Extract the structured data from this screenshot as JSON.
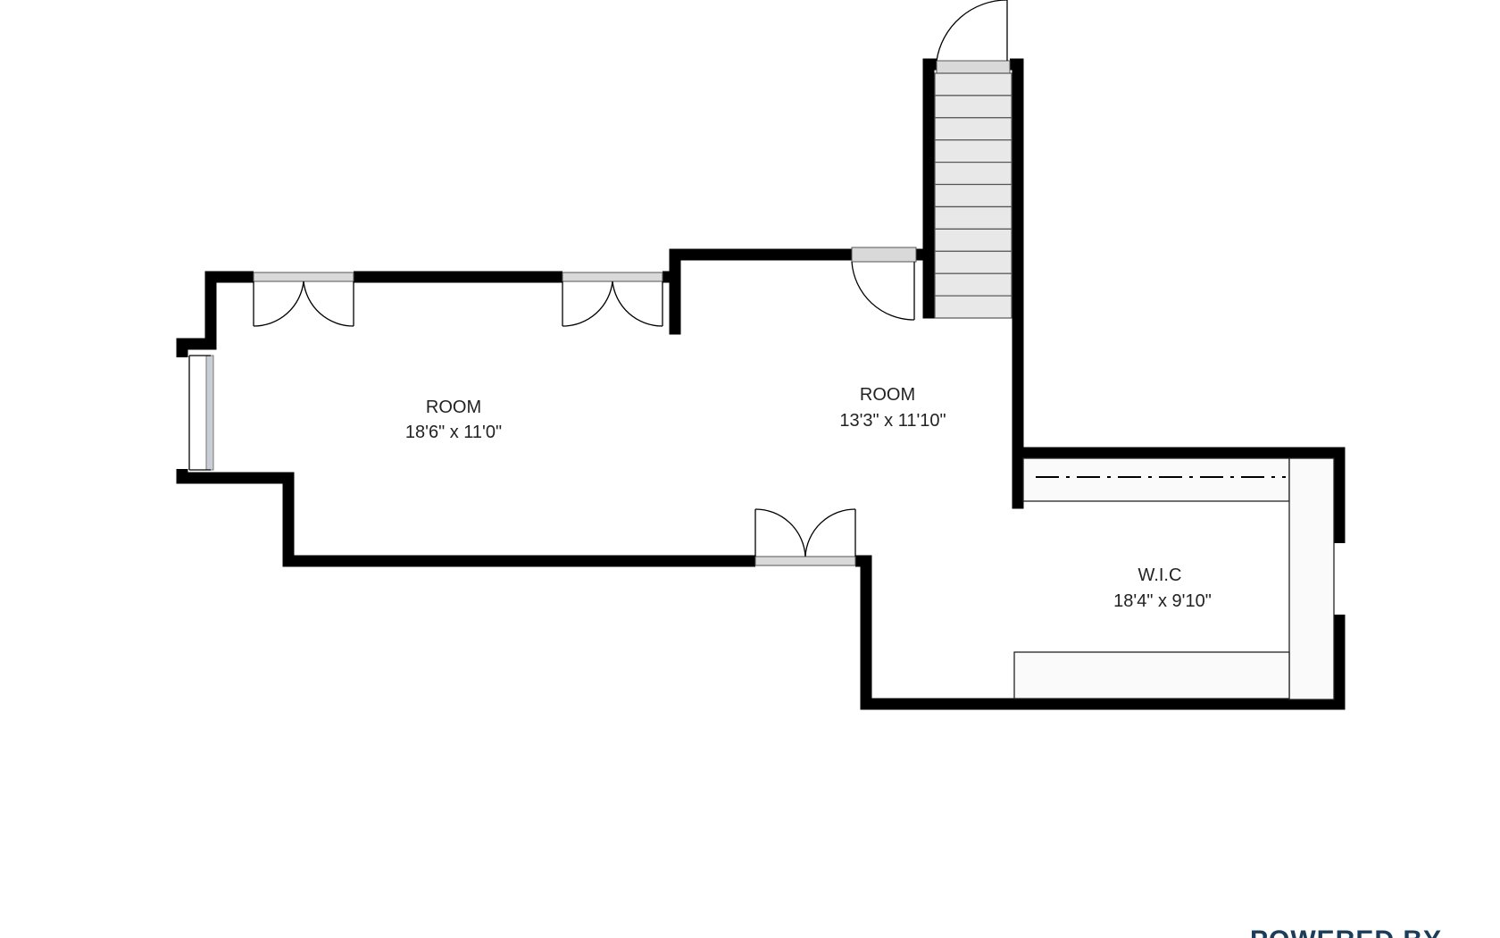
{
  "plan": {
    "rooms": [
      {
        "id": "room-left",
        "name": "ROOM",
        "dimensions": "18'6\" x 11'0\""
      },
      {
        "id": "room-center",
        "name": "ROOM",
        "dimensions": "13'3\" x 11'10\""
      },
      {
        "id": "room-wic",
        "name": "W.I.C",
        "dimensions": "18'4\" x 9'10\""
      }
    ]
  },
  "footer": {
    "text": "POWERED BY"
  },
  "colors": {
    "wall": "#000000",
    "stair": "#e8e8e8",
    "footer": "#1c3d5a"
  }
}
